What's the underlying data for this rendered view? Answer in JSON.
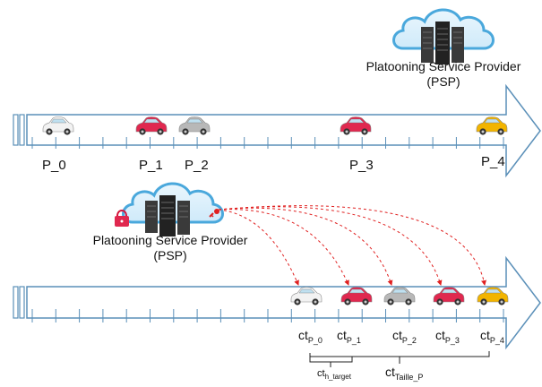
{
  "top_section": {
    "provider_title": "Platooning Service Provider",
    "provider_abbrev": "(PSP)",
    "vehicles": [
      {
        "label": "P_0",
        "color": "#f2f2f2",
        "icon": "car-icon"
      },
      {
        "label": "P_1",
        "color": "#e0284f",
        "icon": "car-icon"
      },
      {
        "label": "P_2",
        "color": "#b8b8b8",
        "icon": "car-icon"
      },
      {
        "label": "P_3",
        "color": "#e0284f",
        "icon": "car-icon"
      },
      {
        "label": "P_4",
        "color": "#f2b400",
        "icon": "car-icon"
      }
    ]
  },
  "bottom_section": {
    "provider_title": "Platooning Service Provider",
    "provider_abbrev": "(PSP)",
    "lock_icon": "padlock-icon",
    "key_icon": "key-icon",
    "tokens": [
      {
        "base": "ct",
        "sub": "P_0"
      },
      {
        "base": "ct",
        "sub": "P_1"
      },
      {
        "base": "ct",
        "sub": "P_2"
      },
      {
        "base": "ct",
        "sub": "P_3"
      },
      {
        "base": "ct",
        "sub": "P_4"
      }
    ],
    "brace_inner": {
      "base": "ct",
      "sub": "h_target"
    },
    "brace_outer": {
      "base": "ct",
      "sub": "Taille_P"
    }
  },
  "colors": {
    "road_stroke": "#5a8fb8",
    "road_fill": "#ffffff",
    "arrow_dash": "#e02020",
    "cloud": "#4aa8dc",
    "server": "#2b2b2b"
  }
}
